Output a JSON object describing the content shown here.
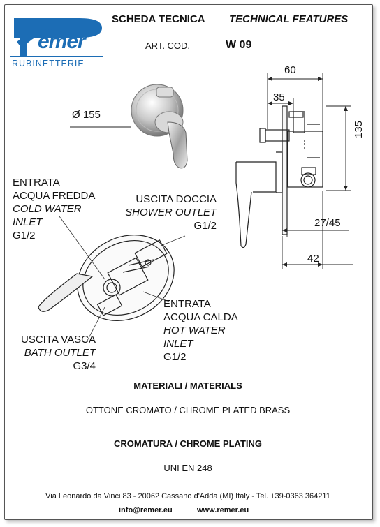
{
  "logo": {
    "brand": "emer",
    "subtitle": "RUBINETTERIE"
  },
  "header": {
    "scheda": "SCHEDA TECNICA",
    "technical": "TECHNICAL FEATURES",
    "art_cod": "ART. COD.",
    "code": "W 09"
  },
  "dimensions": {
    "diameter": "Ø 155",
    "d60": "60",
    "d35": "35",
    "d135": "135",
    "d2745": "27/45",
    "d42": "42"
  },
  "labels": {
    "cold": {
      "it1": "ENTRATA",
      "it2": "ACQUA FREDDA",
      "en1": "COLD WATER",
      "en2": "INLET",
      "size": "G1/2"
    },
    "shower": {
      "it": "USCITA DOCCIA",
      "en": "SHOWER OUTLET",
      "size": "G1/2"
    },
    "hot": {
      "it1": "ENTRATA",
      "it2": "ACQUA CALDA",
      "en1": "HOT WATER",
      "en2": "INLET",
      "size": "G1/2"
    },
    "bath": {
      "it": "USCITA VASCA",
      "en": "BATH OUTLET",
      "size": "G3/4"
    }
  },
  "materials": {
    "title": "MATERIALI / MATERIALS",
    "value": "OTTONE CROMATO / CHROME PLATED BRASS",
    "plating_title": "CROMATURA / CHROME PLATING",
    "plating_value": "UNI EN 248"
  },
  "footer": {
    "address": "Via Leonardo da Vinci 83 - 20062 Cassano d'Adda (MI) Italy - Tel. +39-0363 364211",
    "email": "info@remer.eu",
    "web": "www.remer.eu"
  },
  "colors": {
    "brand": "#1c6db5"
  }
}
